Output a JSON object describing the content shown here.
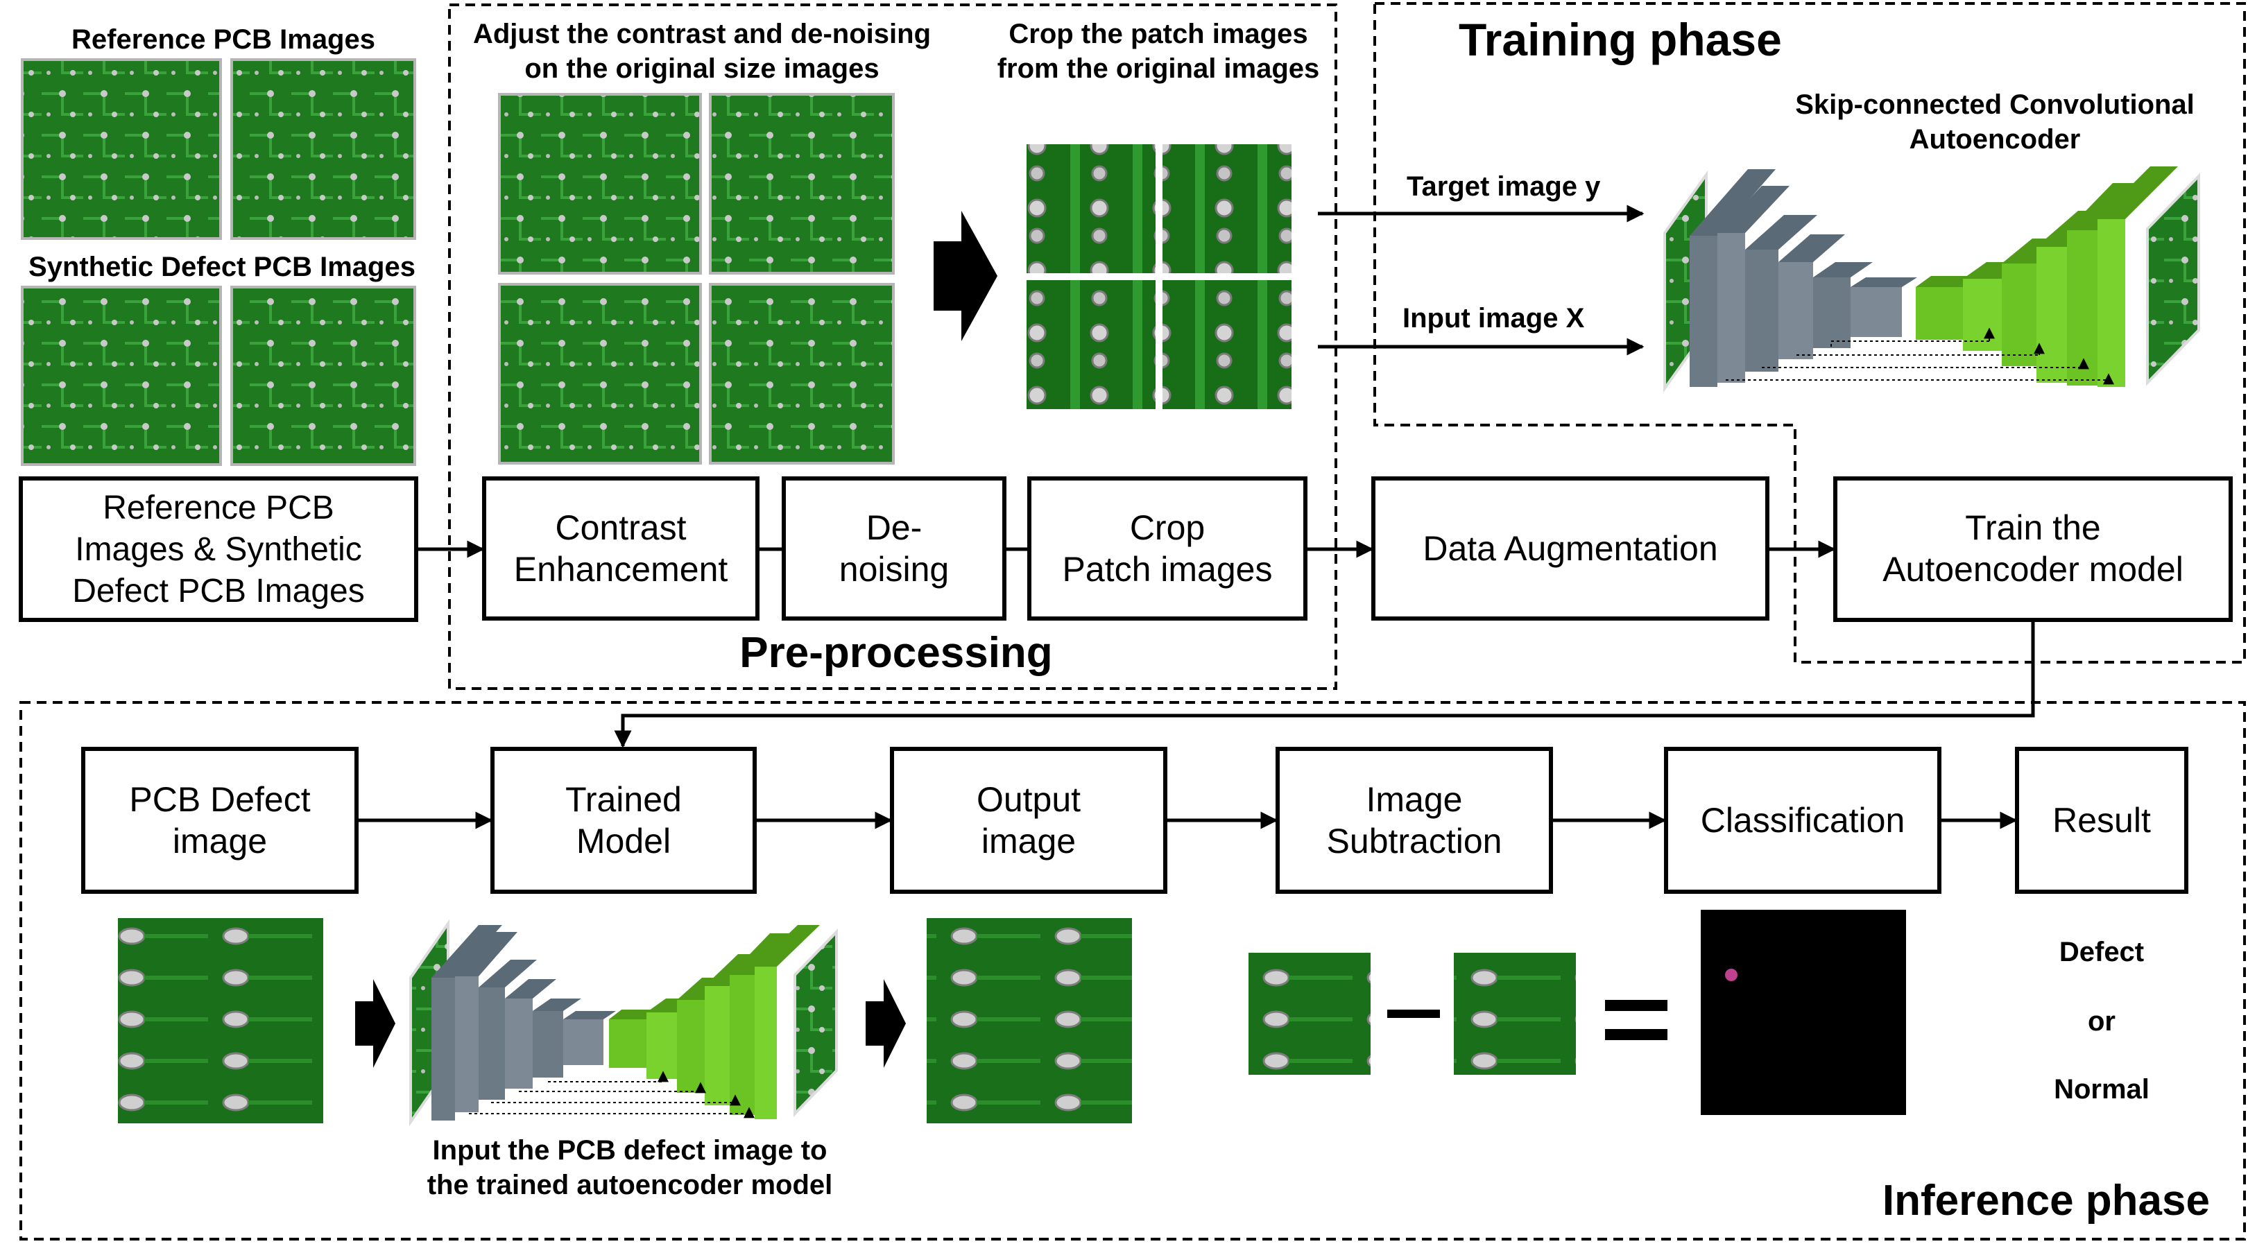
{
  "colors": {
    "pcb_green": "#1f7a1f",
    "pcb_dark": "#125412",
    "encoder_gray": "#6c7a86",
    "decoder_green": "#6cc424",
    "residual_black": "#000000",
    "defect_spot": "#c04090"
  },
  "top_images": {
    "reference_label": "Reference PCB Images",
    "synthetic_label": "Synthetic Defect PCB Images"
  },
  "preprocessing": {
    "adjust_caption_1": "Adjust the contrast and de-noising",
    "adjust_caption_2": "on the original size images",
    "crop_caption_1": "Crop the patch images",
    "crop_caption_2": "from the original images",
    "title": "Pre-processing"
  },
  "training": {
    "title": "Training phase",
    "model_caption_1": "Skip-connected Convolutional",
    "model_caption_2": "Autoencoder",
    "target_label": "Target image y",
    "input_label": "Input image X"
  },
  "flow": {
    "input_1": "Reference PCB",
    "input_2": "Images & Synthetic",
    "input_3": "Defect PCB Images",
    "contrast_1": "Contrast",
    "contrast_2": "Enhancement",
    "denoise_1": "De-",
    "denoise_2": "noising",
    "crop_1": "Crop",
    "crop_2": "Patch images",
    "augment": "Data Augmentation",
    "train_1": "Train the",
    "train_2": "Autoencoder model"
  },
  "inference": {
    "title": "Inference phase",
    "defect_image_1": "PCB Defect",
    "defect_image_2": "image",
    "trained_1": "Trained",
    "trained_2": "Model",
    "output_1": "Output",
    "output_2": "image",
    "subtraction_1": "Image",
    "subtraction_2": "Subtraction",
    "classification": "Classification",
    "result": "Result",
    "caption_1": "Input the PCB defect image to",
    "caption_2": "the trained autoencoder model",
    "outcome_1": "Defect",
    "outcome_2": "or",
    "outcome_3": "Normal"
  }
}
